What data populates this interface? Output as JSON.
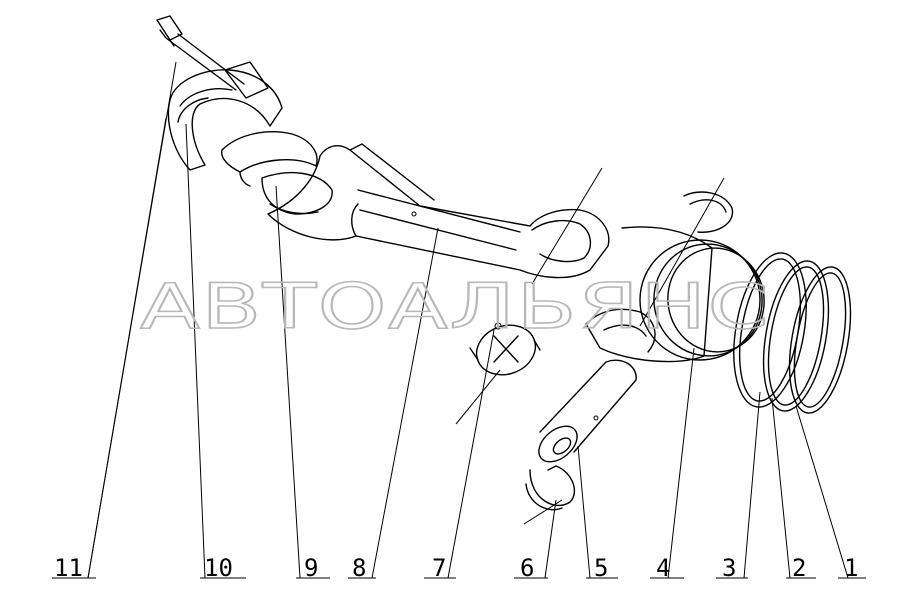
{
  "diagram": {
    "watermark": "АВТОАЛЬЯНС",
    "callouts": [
      "11",
      "10",
      "9",
      "8",
      "7",
      "6",
      "5",
      "4",
      "3",
      "2",
      "1"
    ]
  }
}
